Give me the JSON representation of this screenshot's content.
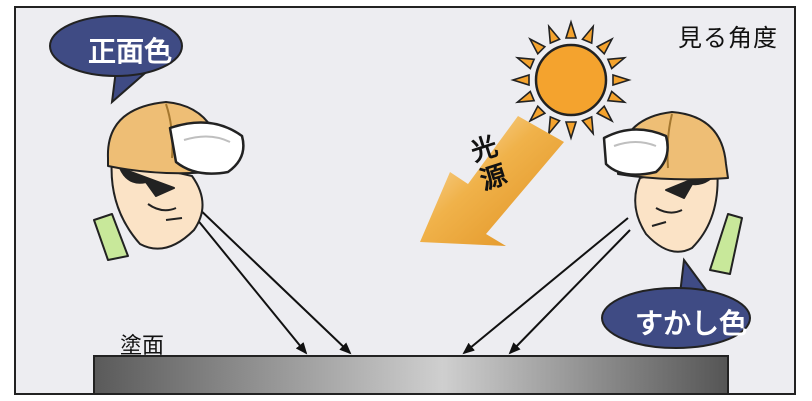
{
  "title": "見る角度",
  "bubbles": {
    "front": "正面色",
    "transparent": "すかし色"
  },
  "light_source_label": "光源",
  "surface_label": "塗面",
  "colors": {
    "bubble": "#3f4b84",
    "sun": "#f4a32e",
    "arrow": "#e49a2a",
    "helmet": "#eebe75",
    "skin": "#fbe3c6",
    "shirt": "#c8e89a",
    "background": "#ededf1"
  }
}
